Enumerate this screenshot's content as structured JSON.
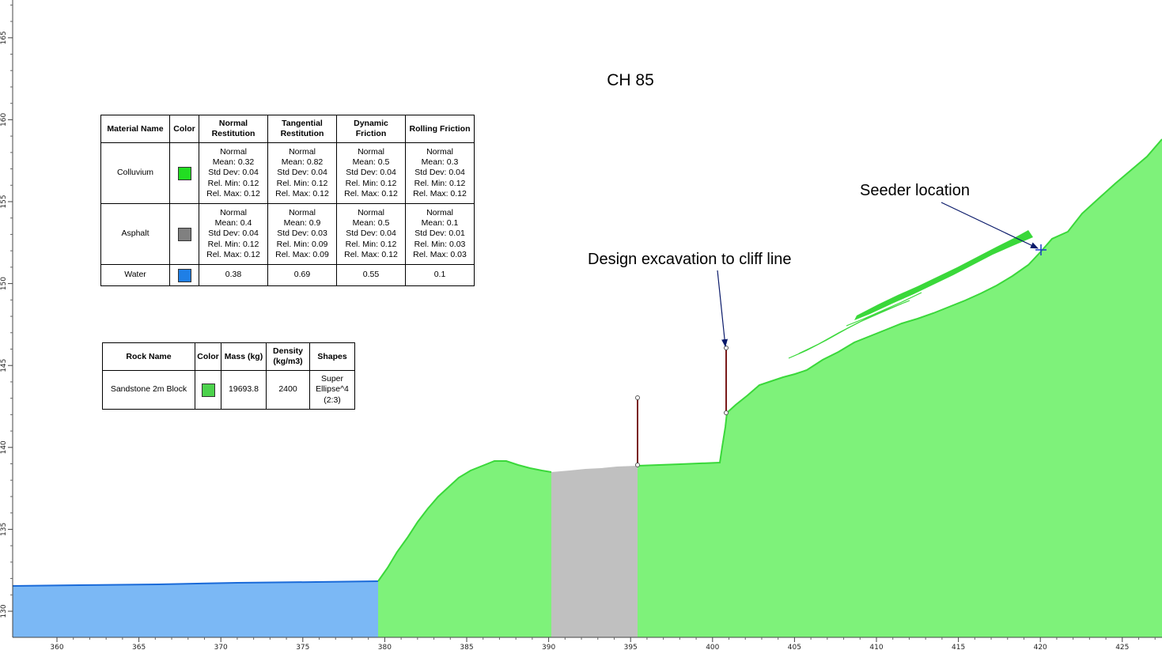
{
  "title": "CH 85",
  "axes": {
    "x_ticks": [
      "360",
      "365",
      "370",
      "375",
      "380",
      "385",
      "390",
      "395",
      "400",
      "405",
      "410",
      "415",
      "420",
      "425"
    ],
    "y_ticks": [
      "130",
      "135",
      "140",
      "145",
      "150",
      "155",
      "160",
      "165"
    ]
  },
  "colors": {
    "colluvium": "#7ef27a",
    "colluvium_swatch": "#22dd22",
    "asphalt": "#c0c0c0",
    "asphalt_swatch": "#808080",
    "water": "#7bb8f5",
    "water_swatch": "#1f7fe6",
    "water_line": "#1a6ad8",
    "ground_line": "#3ad83a",
    "rock_swatch": "#4cd24c",
    "barrier": "#7a1a1a",
    "arrow": "#0a1a6a",
    "seeder_marker": "#1a3ac8"
  },
  "annotations": {
    "excavation": "Design excavation to cliff line",
    "seeder": "Seeder location"
  },
  "material_table": {
    "headers": [
      "Material Name",
      "Color",
      "Normal Restitution",
      "Tangential Restitution",
      "Dynamic Friction",
      "Rolling Friction"
    ],
    "rows": [
      {
        "name": "Colluvium",
        "color": "colluvium",
        "cells": [
          [
            "Normal",
            "Mean: 0.32",
            "Std Dev: 0.04",
            "Rel. Min: 0.12",
            "Rel. Max: 0.12"
          ],
          [
            "Normal",
            "Mean: 0.82",
            "Std Dev: 0.04",
            "Rel. Min: 0.12",
            "Rel. Max: 0.12"
          ],
          [
            "Normal",
            "Mean: 0.5",
            "Std Dev: 0.04",
            "Rel. Min: 0.12",
            "Rel. Max: 0.12"
          ],
          [
            "Normal",
            "Mean: 0.3",
            "Std Dev: 0.04",
            "Rel. Min: 0.12",
            "Rel. Max: 0.12"
          ]
        ]
      },
      {
        "name": "Asphalt",
        "color": "asphalt",
        "cells": [
          [
            "Normal",
            "Mean: 0.4",
            "Std Dev: 0.04",
            "Rel. Min: 0.12",
            "Rel. Max: 0.12"
          ],
          [
            "Normal",
            "Mean: 0.9",
            "Std Dev: 0.03",
            "Rel. Min: 0.09",
            "Rel. Max: 0.09"
          ],
          [
            "Normal",
            "Mean: 0.5",
            "Std Dev: 0.04",
            "Rel. Min: 0.12",
            "Rel. Max: 0.12"
          ],
          [
            "Normal",
            "Mean: 0.1",
            "Std Dev: 0.01",
            "Rel. Min: 0.03",
            "Rel. Max: 0.03"
          ]
        ]
      },
      {
        "name": "Water",
        "color": "water",
        "cells": [
          [
            "0.38"
          ],
          [
            "0.69"
          ],
          [
            "0.55"
          ],
          [
            "0.1"
          ]
        ]
      }
    ]
  },
  "rock_table": {
    "headers": [
      "Rock Name",
      "Color",
      "Mass (kg)",
      "Density (kg/m3)",
      "Shapes"
    ],
    "rows": [
      {
        "name": "Sandstone 2m Block",
        "color": "rock",
        "mass": "19693.8",
        "density": "2400",
        "shape": "Super Ellipse^4 (2:3)"
      }
    ]
  }
}
